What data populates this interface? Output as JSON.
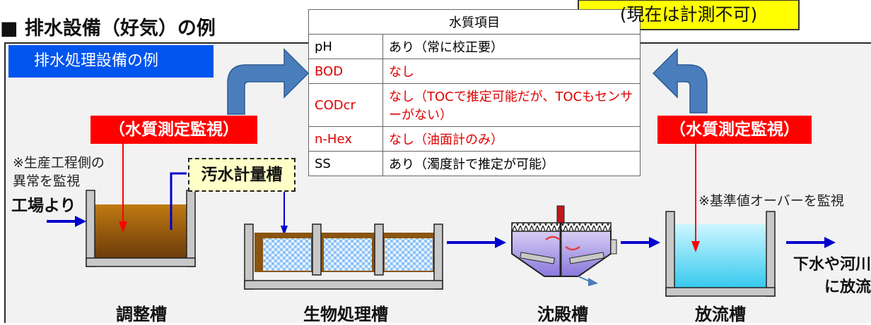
{
  "title": "■ 排水設備（好気）の例",
  "panel_label": "排水処理設備の例",
  "monitor_left": "（水質測定監視）",
  "monitor_right": "（水質測定監視）",
  "note_production_line1": "※生産工程側の",
  "note_production_line2": "異常を監視",
  "inflow_label": "工場より",
  "sewage_meter_tank": "汚水計量槽",
  "note_standard": "※基準値オーバーを監視",
  "discharge_line1": "下水や河川",
  "discharge_line2": "に放流",
  "tanks": {
    "adjustment": "調整槽",
    "biological": "生物処理槽",
    "settling": "沈殿槽",
    "discharge": "放流槽"
  },
  "callout": "(現在は計測不可)",
  "quality_table": {
    "header": "水質項目",
    "rows": [
      {
        "item": "pH",
        "status": "あり（常に校正要）",
        "alert": false
      },
      {
        "item": "BOD",
        "status": "なし",
        "alert": true
      },
      {
        "item": "CODcr",
        "status": "なし（TOCで推定可能だが、TOCもセンサーがない）",
        "alert": true
      },
      {
        "item": "n-Hex",
        "status": "なし（油面計のみ）",
        "alert": true
      },
      {
        "item": "SS",
        "status": "あり（濁度計で推定が可能）",
        "alert": false
      }
    ]
  },
  "colors": {
    "panel_blue": "#0055ee",
    "monitor_red": "#ff0000",
    "callout_yellow": "#ffff00",
    "flow_arrow": "#0000cc",
    "curved_arrow": "#4a7dbb"
  }
}
